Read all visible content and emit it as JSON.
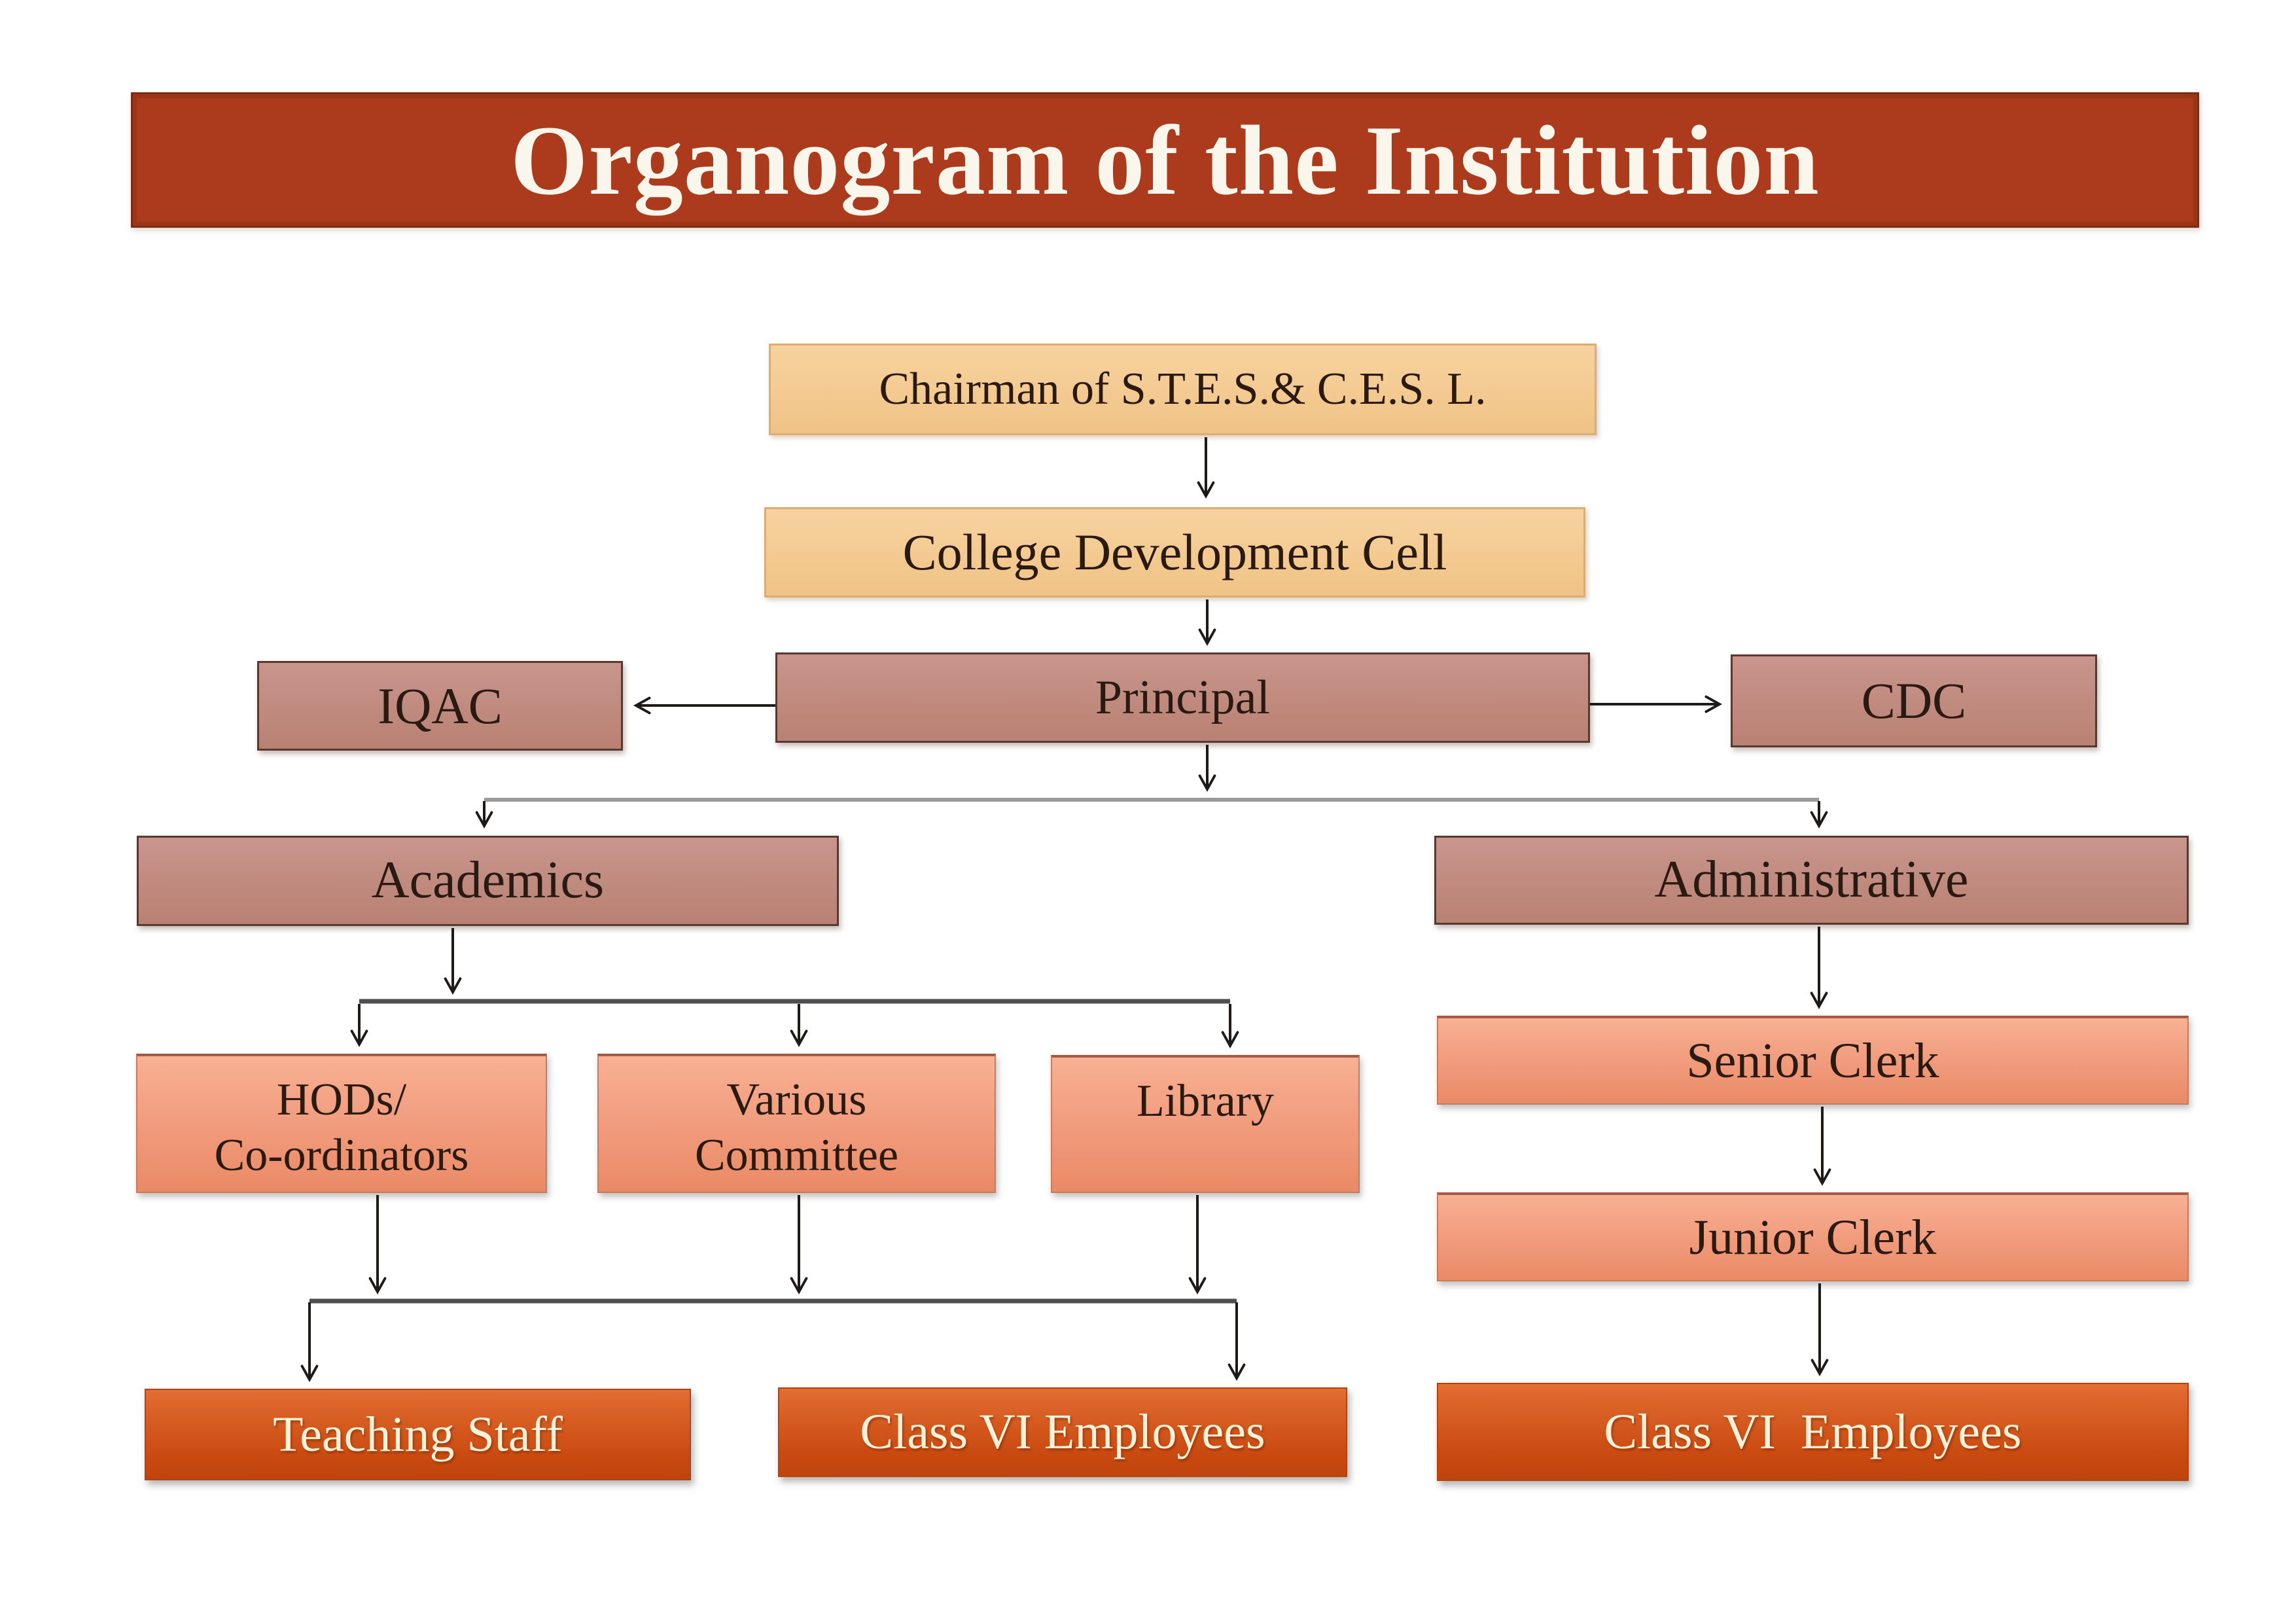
{
  "title": {
    "text": "Organogram of the Institution"
  },
  "colors": {
    "banner-bg": "#AC3A1C",
    "banner-border": "#7E2C15",
    "banner-text": "#FBF6EC",
    "tan-top": "#F7D29F",
    "tan-bottom": "#F0C386",
    "tan-border": "#DCAC72",
    "mauve-top": "#C9958C",
    "mauve-bottom": "#B88173",
    "mauve-border": "#57392F",
    "salmon-top": "#F8B093",
    "salmon-bottom": "#EA8A66",
    "salmon-border": "#A35C44",
    "orange-top": "#DE672C",
    "orange-bottom": "#C94A10",
    "orange-text": "#FCF2DA",
    "ink": "#2A1A12",
    "line-dark": "#1E1A18",
    "line-gray": "#9B9B9B",
    "line-slate": "#4F4F4F"
  },
  "nodes": {
    "chairman": {
      "label": "Chairman of S.T.E.S.& C.E.S. L."
    },
    "college_development_cell": {
      "label": "College Development Cell"
    },
    "principal": {
      "label": "Principal"
    },
    "iqac": {
      "label": "IQAC"
    },
    "cdc": {
      "label": "CDC"
    },
    "academics": {
      "label": "Academics"
    },
    "administrative": {
      "label": "Administrative"
    },
    "hods_coordinators": {
      "label": "HODs/\nCo-ordinators"
    },
    "various_committee": {
      "label": "Various\nCommittee"
    },
    "library": {
      "label": "Library"
    },
    "senior_clerk": {
      "label": "Senior Clerk"
    },
    "junior_clerk": {
      "label": "Junior Clerk"
    },
    "teaching_staff": {
      "label": "Teaching Staff"
    },
    "class_vi_employees_academic": {
      "label": "Class VI Employees"
    },
    "class_vi_employees_admin": {
      "label": "Class VI  Employees"
    }
  },
  "edges": [
    {
      "from": "chairman",
      "to": "college_development_cell"
    },
    {
      "from": "college_development_cell",
      "to": "principal"
    },
    {
      "from": "principal",
      "to": "iqac"
    },
    {
      "from": "principal",
      "to": "cdc"
    },
    {
      "from": "principal",
      "to": "academics"
    },
    {
      "from": "principal",
      "to": "administrative"
    },
    {
      "from": "academics",
      "to": "hods_coordinators"
    },
    {
      "from": "academics",
      "to": "various_committee"
    },
    {
      "from": "academics",
      "to": "library"
    },
    {
      "from": [
        "hods_coordinators",
        "various_committee",
        "library"
      ],
      "to": [
        "teaching_staff",
        "class_vi_employees_academic"
      ]
    },
    {
      "from": "administrative",
      "to": "senior_clerk"
    },
    {
      "from": "senior_clerk",
      "to": "junior_clerk"
    },
    {
      "from": "junior_clerk",
      "to": "class_vi_employees_admin"
    }
  ]
}
